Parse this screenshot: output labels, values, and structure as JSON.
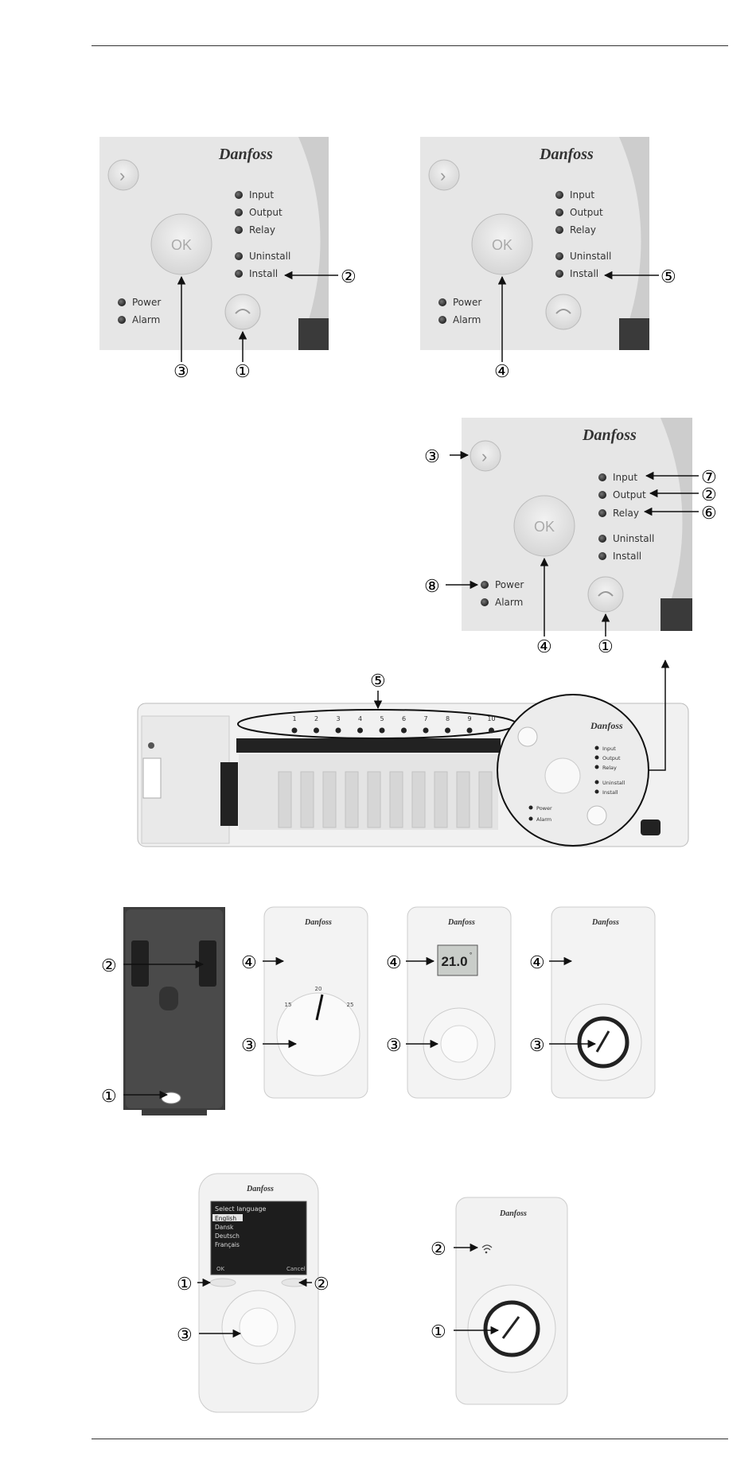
{
  "brand": "Danfoss",
  "ok_label": "OK",
  "led_labels": {
    "input": "Input",
    "output": "Output",
    "relay": "Relay",
    "uninstall": "Uninstall",
    "install": "Install",
    "power": "Power",
    "alarm": "Alarm"
  },
  "callouts": {
    "n1": "①",
    "n2": "②",
    "n3": "③",
    "n4": "④",
    "n5": "⑤",
    "n6": "⑥",
    "n7": "⑦",
    "n8": "⑧"
  },
  "controller_channels": [
    "1",
    "2",
    "3",
    "4",
    "5",
    "6",
    "7",
    "8",
    "9",
    "10"
  ],
  "thermostat_display": "21.0",
  "thermostat_display_unit": "°",
  "dial_scale": [
    "15",
    "20",
    "25"
  ],
  "remote_screen": {
    "title": "Select language",
    "items": [
      "English",
      "Dansk",
      "Deutsch",
      "Français"
    ],
    "soft_left": "OK",
    "soft_right": "Cancel"
  },
  "colors": {
    "panel": "#e3e3e3",
    "panel_dark": "#cfcfcf",
    "rule": "#333333",
    "device_dark": "#3a3a3a"
  }
}
